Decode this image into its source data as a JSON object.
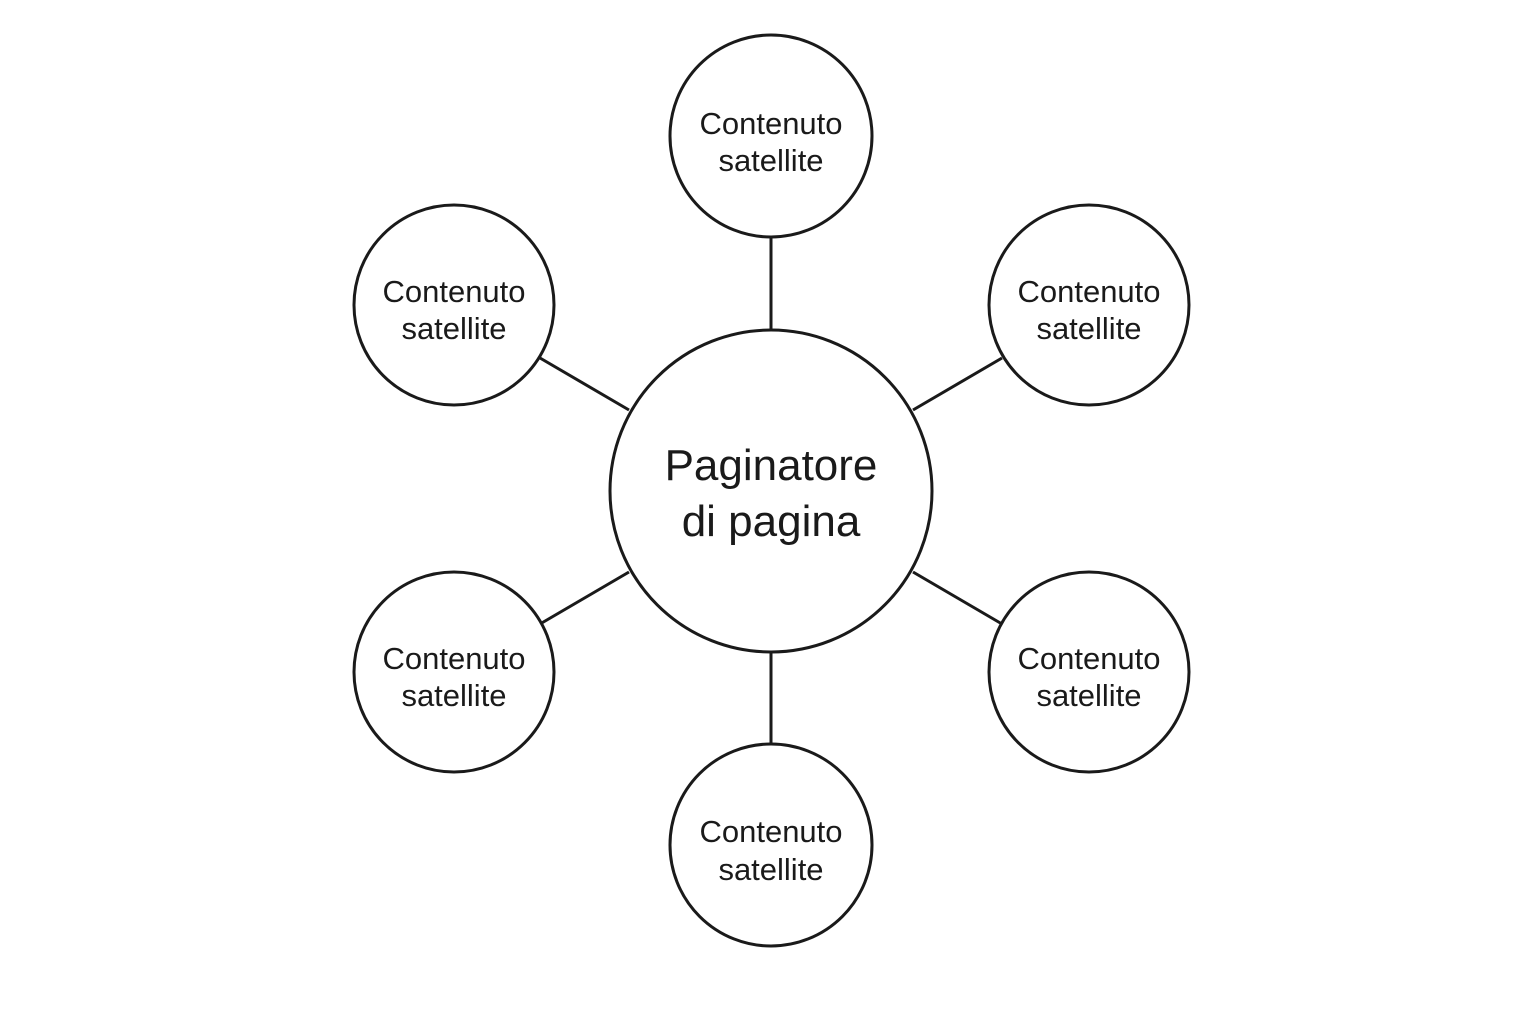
{
  "hub": {
    "line1": "Paginatore",
    "line2": "di pagina"
  },
  "satellites": [
    {
      "line1": "Contenuto",
      "line2": "satellite"
    },
    {
      "line1": "Contenuto",
      "line2": "satellite"
    },
    {
      "line1": "Contenuto",
      "line2": "satellite"
    },
    {
      "line1": "Contenuto",
      "line2": "satellite"
    },
    {
      "line1": "Contenuto",
      "line2": "satellite"
    },
    {
      "line1": "Contenuto",
      "line2": "satellite"
    }
  ],
  "colors": {
    "stroke": "#1a1a1a",
    "background": "#ffffff",
    "text": "#1a1a1a"
  }
}
